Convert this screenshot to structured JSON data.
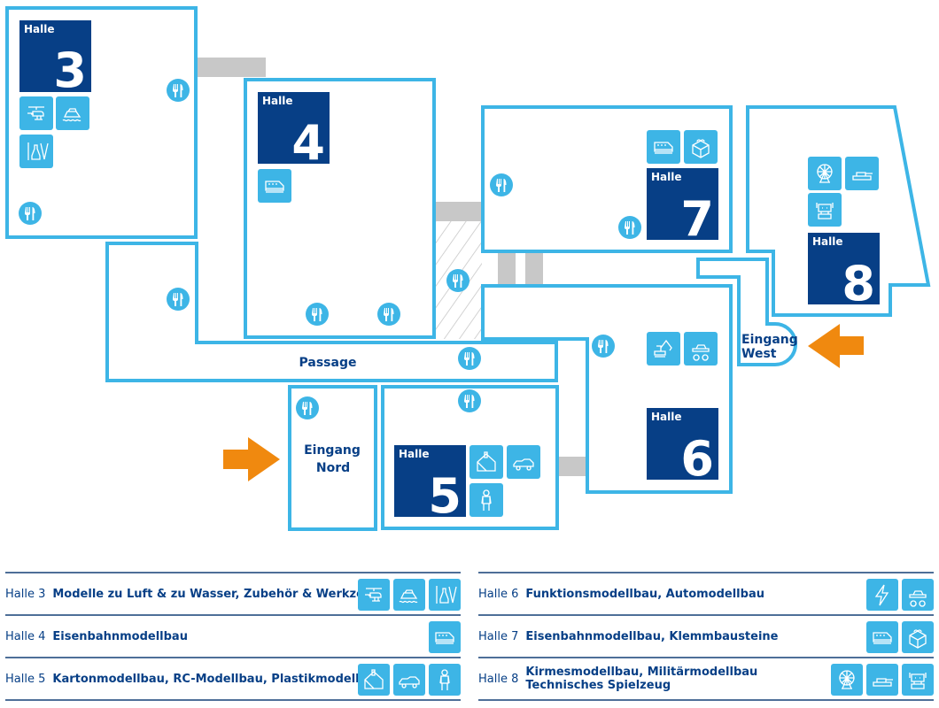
{
  "colors": {
    "wall": "#3db5e6",
    "hall_box": "#073f86",
    "category_tile": "#3db5e6",
    "connector": "#c8c8c8",
    "entrance_arrow": "#f0890f",
    "text_dark": "#073f86"
  },
  "halls": [
    {
      "id": "3",
      "word": "Halle",
      "number": "3",
      "categories": [
        "helicopter-icon",
        "ship-icon",
        "tools-icon"
      ]
    },
    {
      "id": "4",
      "word": "Halle",
      "number": "4",
      "categories": [
        "train-icon"
      ]
    },
    {
      "id": "5",
      "word": "Halle",
      "number": "5",
      "categories": [
        "paper-house-icon",
        "rc-car-icon",
        "figure-icon"
      ]
    },
    {
      "id": "6",
      "word": "Halle",
      "number": "6",
      "categories": [
        "excavator-icon",
        "monster-truck-icon"
      ]
    },
    {
      "id": "7",
      "word": "Halle",
      "number": "7",
      "categories": [
        "train-icon",
        "building-brick-icon"
      ]
    },
    {
      "id": "8",
      "word": "Halle",
      "number": "8",
      "categories": [
        "ferris-wheel-icon",
        "tank-icon",
        "robot-icon"
      ]
    }
  ],
  "areas": {
    "passage": "Passage",
    "entrance_north": {
      "line1": "Eingang",
      "line2": "Nord"
    },
    "entrance_west": {
      "line1": "Eingang",
      "line2": "West"
    }
  },
  "food_icon": "restaurant-icon",
  "legend": {
    "left": [
      {
        "hall": "Halle 3",
        "desc": [
          "Modelle zu Luft & zu Wasser, Zubehör & Werkzeuge"
        ],
        "icons": [
          "helicopter-icon",
          "ship-icon",
          "tools-icon"
        ]
      },
      {
        "hall": "Halle 4",
        "desc": [
          "Eisenbahnmodellbau"
        ],
        "icons": [
          "train-icon"
        ]
      },
      {
        "hall": "Halle 5",
        "desc": [
          "Kartonmodellbau, RC-Modellbau, Plastikmodellbau"
        ],
        "icons": [
          "paper-house-icon",
          "rc-car-icon",
          "figure-icon"
        ]
      }
    ],
    "right": [
      {
        "hall": "Halle 6",
        "desc": [
          "Funktionsmodellbau, Automodellbau"
        ],
        "icons": [
          "lightning-icon",
          "monster-truck-icon"
        ]
      },
      {
        "hall": "Halle 7",
        "desc": [
          "Eisenbahnmodellbau, Klemmbausteine"
        ],
        "icons": [
          "train-icon",
          "building-brick-icon"
        ]
      },
      {
        "hall": "Halle 8",
        "desc": [
          "Kirmesmodellbau, Militärmodellbau",
          "Technisches Spielzeug"
        ],
        "icons": [
          "ferris-wheel-icon",
          "tank-icon",
          "robot-icon"
        ]
      }
    ]
  }
}
